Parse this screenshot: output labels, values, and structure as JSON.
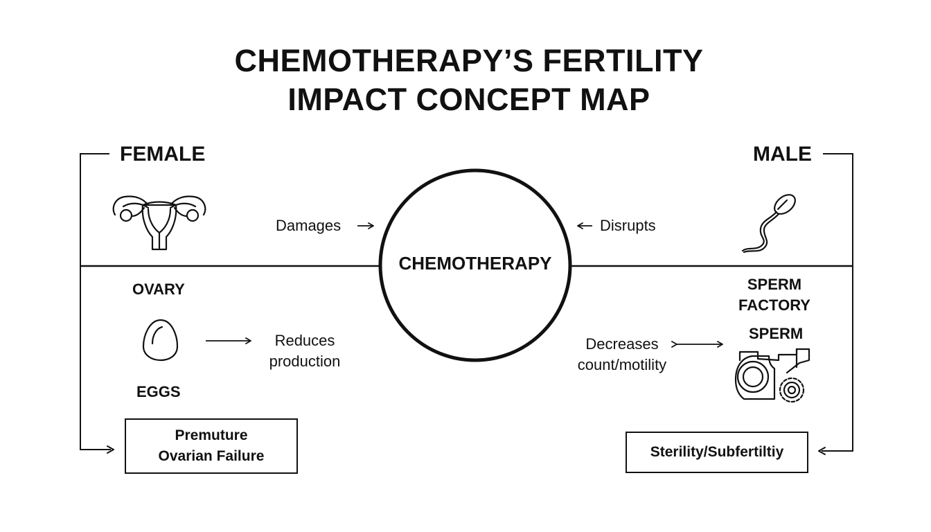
{
  "title": {
    "line1": "CHEMOTHERAPY’S FERTILITY",
    "line2": "IMPACT CONCEPT MAP"
  },
  "center": {
    "label": "CHEMOTHERAPY"
  },
  "female": {
    "heading": "FEMALE",
    "organ_label": "OVARY",
    "cell_label": "EGGS",
    "effect_on_chemo": "Damages",
    "effect_on_eggs_line1": "Reduces",
    "effect_on_eggs_line2": "production",
    "outcome_line1": "Premuture",
    "outcome_line2": "Ovarian Failure",
    "icons": [
      "uterus-icon",
      "egg-icon"
    ]
  },
  "male": {
    "heading": "MALE",
    "organ_label_line1": "SPERM",
    "organ_label_line2": "FACTORY",
    "cell_label": "SPERM",
    "effect_on_chemo": "Disrupts",
    "effect_on_sperm_line1": "Decreases",
    "effect_on_sperm_line2": "count/motility",
    "outcome": "Sterility/Subfertiltiy",
    "icons": [
      "sperm-icon",
      "factory-gears-icon"
    ]
  },
  "colors": {
    "ink": "#111111",
    "background": "#ffffff"
  }
}
